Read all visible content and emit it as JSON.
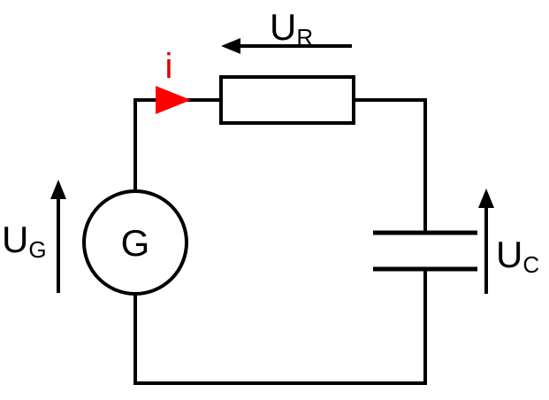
{
  "labels": {
    "resistor_voltage": {
      "main": "U",
      "sub": "R"
    },
    "generator_voltage": {
      "main": "U",
      "sub": "G"
    },
    "capacitor_voltage": {
      "main": "U",
      "sub": "C"
    },
    "current": "i",
    "generator_symbol": "G"
  },
  "colors": {
    "wire": "#000000",
    "current_arrow": "#ff0000",
    "current_label": "#e00000",
    "background": "#ffffff"
  }
}
